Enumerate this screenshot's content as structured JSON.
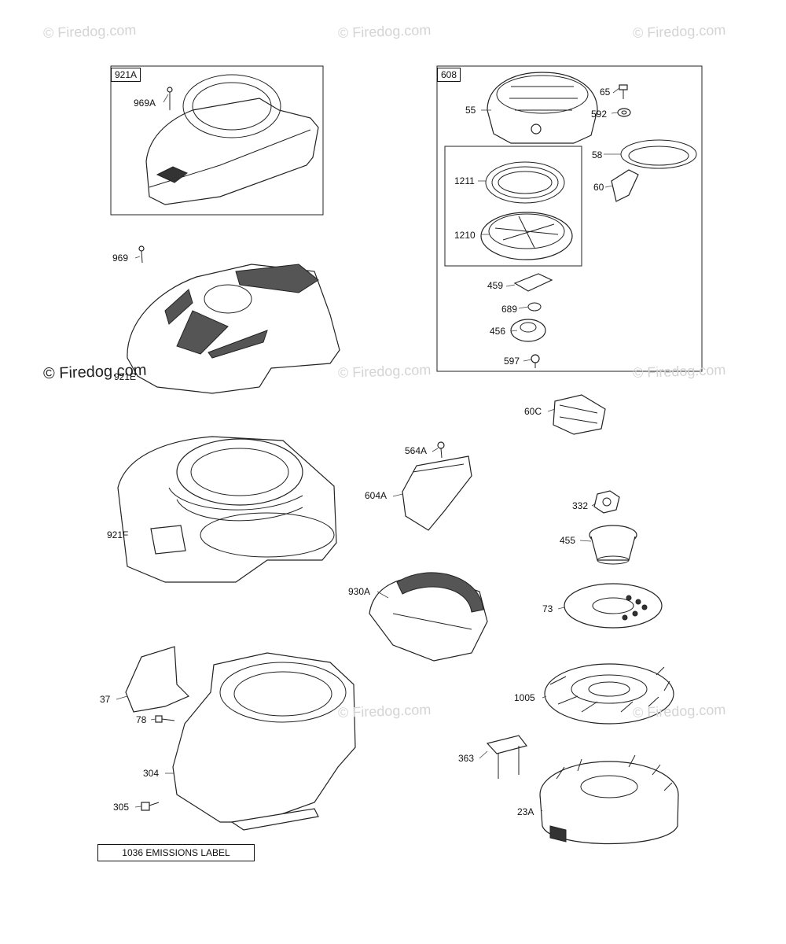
{
  "watermarks": [
    "© Firedog.com",
    "© Firedog.com",
    "© Firedog.com",
    "© Firedog.com",
    "© Firedog.com",
    "© Firedog.com",
    "© Firedog.com",
    "© Firedog.com"
  ],
  "groups": {
    "g921A": "921A",
    "g608": "608"
  },
  "labels": {
    "p969A": "969A",
    "p969": "969",
    "p921E": "921E",
    "p921F": "921F",
    "p55": "55",
    "p65": "65",
    "p592": "592",
    "p58": "58",
    "p60": "60",
    "p1211": "1211",
    "p1210": "1210",
    "p459": "459",
    "p689": "689",
    "p456": "456",
    "p597": "597",
    "p60C": "60C",
    "p564A": "564A",
    "p604A": "604A",
    "p332": "332",
    "p455": "455",
    "p930A": "930A",
    "p73": "73",
    "p37": "37",
    "p78": "78",
    "p1005": "1005",
    "p304": "304",
    "p363": "363",
    "p305": "305",
    "p23A": "23A"
  },
  "emissions_label": "1036 EMISSIONS LABEL"
}
